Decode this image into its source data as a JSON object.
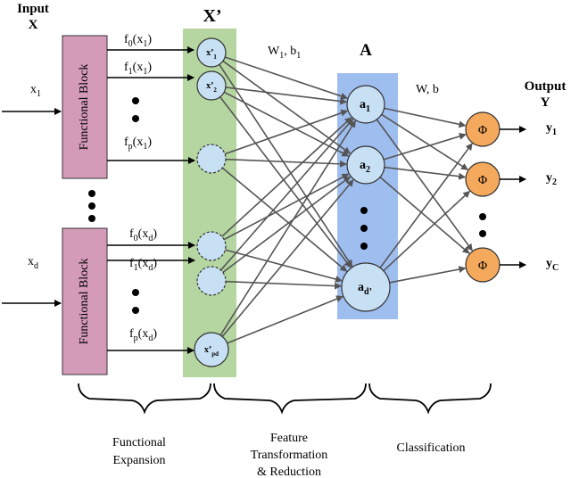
{
  "colors": {
    "block_fill": "#d49bb9",
    "xprime_band": "#b5d6a0",
    "a_band": "#9fbef0",
    "node_fill": "#c8e0f4",
    "output_fill": "#f5a95c",
    "edge": "#555555"
  },
  "input": {
    "title": "Input",
    "symbol": "X",
    "x1_base": "x",
    "x1_sub": "1",
    "xd_base": "x",
    "xd_sub": "d"
  },
  "functional_block_label": "Functional Block",
  "block1_labels": [
    {
      "f": "f",
      "fsub": "0",
      "arg": "(x",
      "argsub": "1",
      "close": ")"
    },
    {
      "f": "f",
      "fsub": "1",
      "arg": "(x",
      "argsub": "1",
      "close": ")"
    },
    {
      "f": "f",
      "fsub": "p",
      "arg": "(x",
      "argsub": "1",
      "close": ")"
    }
  ],
  "block2_labels": [
    {
      "f": "f",
      "fsub": "0",
      "arg": "(x",
      "argsub": "d",
      "close": ")"
    },
    {
      "f": "f",
      "fsub": "1",
      "arg": "(x",
      "argsub": "d",
      "close": ")"
    },
    {
      "f": "f",
      "fsub": "p",
      "arg": "(x",
      "argsub": "d",
      "close": ")"
    }
  ],
  "xprime": {
    "title": "X’",
    "node_labels": [
      {
        "base": "x’",
        "sub": "1"
      },
      {
        "base": "x’",
        "sub": "2"
      },
      {
        "base": "",
        "sub": ""
      },
      {
        "base": "",
        "sub": ""
      },
      {
        "base": "",
        "sub": ""
      },
      {
        "base": "x’",
        "sub": "pd"
      }
    ]
  },
  "weights1": {
    "base": "W",
    "sub": "1",
    "rest": ", b",
    "rest_sub": "1"
  },
  "a_layer": {
    "title": "A",
    "nodes": [
      {
        "base": "a",
        "sub": "1"
      },
      {
        "base": "a",
        "sub": "2"
      },
      {
        "base": "a",
        "sub": "d’"
      }
    ]
  },
  "weights2": "W, b",
  "output": {
    "title": "Output",
    "symbol": "Y",
    "phi": "Φ",
    "labels": [
      {
        "base": "y",
        "sub": "1"
      },
      {
        "base": "y",
        "sub": "2"
      },
      {
        "base": "y",
        "sub": "C"
      }
    ]
  },
  "stages": {
    "functional_l1": "Functional",
    "functional_l2": "Expansion",
    "feature_l1": "Feature",
    "feature_l2": "Transformation",
    "feature_l3": "& Reduction",
    "classification": "Classification"
  }
}
